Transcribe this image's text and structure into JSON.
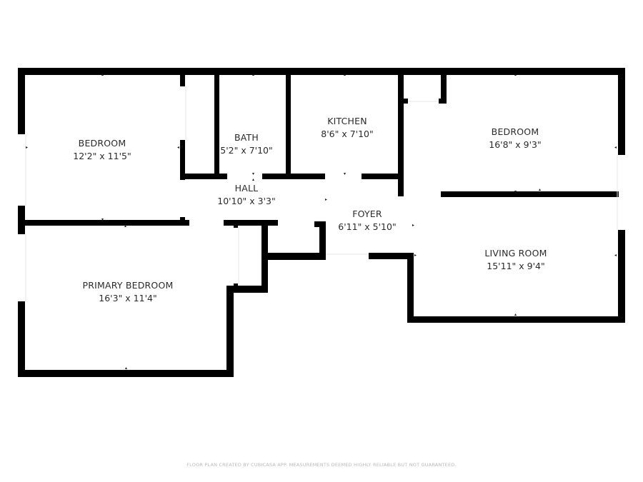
{
  "plan": {
    "colors": {
      "wall": "#000000",
      "background": "#ffffff",
      "label": "#2b2b2b",
      "footer": "#b9b9b9"
    },
    "rooms": [
      {
        "id": "bedroom-1",
        "name": "BEDROOM",
        "dimensions": "12'2\" x 11'5\""
      },
      {
        "id": "bath",
        "name": "BATH",
        "dimensions": "5'2\" x 7'10\""
      },
      {
        "id": "kitchen",
        "name": "KITCHEN",
        "dimensions": "8'6\" x 7'10\""
      },
      {
        "id": "bedroom-2",
        "name": "BEDROOM",
        "dimensions": "16'8\" x 9'3\""
      },
      {
        "id": "hall",
        "name": "HALL",
        "dimensions": "10'10\" x 3'3\""
      },
      {
        "id": "foyer",
        "name": "FOYER",
        "dimensions": "6'11\" x 5'10\""
      },
      {
        "id": "living-room",
        "name": "LIVING ROOM",
        "dimensions": "15'11\" x 9'4\""
      },
      {
        "id": "primary-bedroom",
        "name": "PRIMARY BEDROOM",
        "dimensions": "16'3\" x 11'4\""
      }
    ],
    "footer": "FLOOR PLAN CREATED BY CUBICASA APP. MEASUREMENTS DEEMED HIGHLY RELIABLE BUT NOT GUARANTEED."
  }
}
